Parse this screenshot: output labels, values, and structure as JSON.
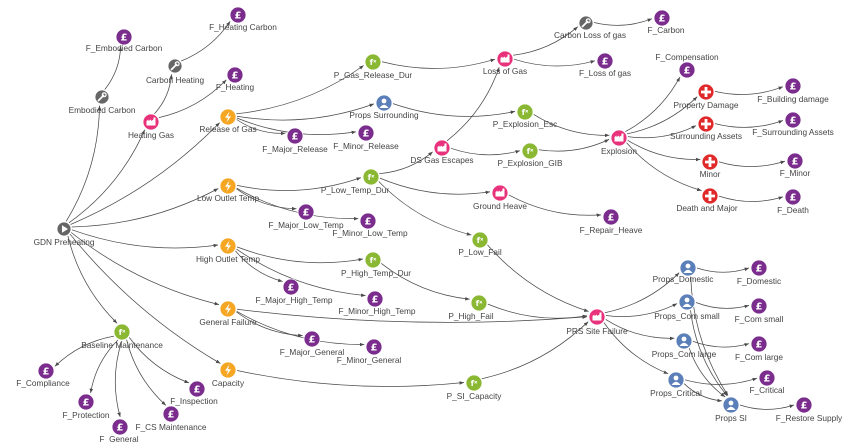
{
  "diagram": {
    "colors": {
      "pound": "#7b2d8e",
      "function": "#8ab833",
      "event": "#f5a623",
      "gas": "#e8327b",
      "damage": "#e02a2a",
      "person": "#5b7fb8",
      "root": "#666666"
    },
    "icons": {
      "pound": "pound-icon",
      "function": "function-icon",
      "event": "lightning-icon",
      "gas": "factory-icon",
      "damage": "plus-icon",
      "person": "person-icon",
      "root": "play-icon",
      "carbon": "wrench-icon"
    },
    "nodes": [
      {
        "id": "gdn",
        "type": "root",
        "label": "GDN Preheating"
      },
      {
        "id": "embodied",
        "type": "carbon",
        "label": "Embodied Carbon"
      },
      {
        "id": "f_embodied",
        "type": "pound",
        "label": "F_Embodied Carbon"
      },
      {
        "id": "carbon_heating",
        "type": "carbon",
        "label": "Carbon Heating"
      },
      {
        "id": "f_heating_carbon",
        "type": "pound",
        "label": "F_Heating Carbon"
      },
      {
        "id": "f_heating",
        "type": "pound",
        "label": "F_Heating"
      },
      {
        "id": "heating_gas",
        "type": "gas",
        "label": "Heating Gas"
      },
      {
        "id": "release_gas",
        "type": "event",
        "label": "Release of Gas"
      },
      {
        "id": "p_gas_release",
        "type": "function",
        "label": "P_Gas_Release_Dur"
      },
      {
        "id": "props_surrounding",
        "type": "person",
        "label": "Props Surrounding"
      },
      {
        "id": "f_major_release",
        "type": "pound",
        "label": "F_Major_Release"
      },
      {
        "id": "f_minor_release",
        "type": "pound",
        "label": "F_Minor_Release"
      },
      {
        "id": "loss_gas",
        "type": "gas",
        "label": "Loss of Gas"
      },
      {
        "id": "carbon_loss",
        "type": "carbon",
        "label": "Carbon Loss of gas"
      },
      {
        "id": "f_carbon",
        "type": "pound",
        "label": "F_Carbon"
      },
      {
        "id": "f_loss_gas",
        "type": "pound",
        "label": "F_Loss of gas"
      },
      {
        "id": "p_explosion_esc",
        "type": "function",
        "label": "P_Explosion_Esc"
      },
      {
        "id": "ds_gas",
        "type": "gas",
        "label": "DS Gas Escapes"
      },
      {
        "id": "p_explosion_gib",
        "type": "function",
        "label": "P_Explosion_GIB"
      },
      {
        "id": "explosion",
        "type": "gas",
        "label": "Explosion"
      },
      {
        "id": "f_compensation",
        "type": "pound",
        "label": "F_Compensation"
      },
      {
        "id": "property_damage",
        "type": "damage",
        "label": "Property Damage"
      },
      {
        "id": "f_building",
        "type": "pound",
        "label": "F_Building damage"
      },
      {
        "id": "surrounding_assets",
        "type": "damage",
        "label": "Surrounding Assets"
      },
      {
        "id": "f_surrounding_assets",
        "type": "pound",
        "label": "F_Surrounding Assets"
      },
      {
        "id": "minor",
        "type": "damage",
        "label": "Minor"
      },
      {
        "id": "f_minor",
        "type": "pound",
        "label": "F_Minor"
      },
      {
        "id": "death_major",
        "type": "damage",
        "label": "Death and Major"
      },
      {
        "id": "f_death",
        "type": "pound",
        "label": "F_Death"
      },
      {
        "id": "low_outlet",
        "type": "event",
        "label": "Low Outlet Temp"
      },
      {
        "id": "p_low_temp",
        "type": "function",
        "label": "P_Low_Temp_Dur"
      },
      {
        "id": "f_major_low",
        "type": "pound",
        "label": "F_Major_Low_Temp"
      },
      {
        "id": "f_minor_low",
        "type": "pound",
        "label": "F_Minor_Low_Temp"
      },
      {
        "id": "ground_heave",
        "type": "gas",
        "label": "Ground Heave"
      },
      {
        "id": "f_repair_heave",
        "type": "pound",
        "label": "F_Repair_Heave"
      },
      {
        "id": "p_low_fail",
        "type": "function",
        "label": "P_Low_Fail"
      },
      {
        "id": "high_outlet",
        "type": "event",
        "label": "High Outlet Temp"
      },
      {
        "id": "p_high_temp",
        "type": "function",
        "label": "P_High_Temp_Dur"
      },
      {
        "id": "f_major_high",
        "type": "pound",
        "label": "F_Major_High_Temp"
      },
      {
        "id": "f_minor_high",
        "type": "pound",
        "label": "F_Minor_High_Temp"
      },
      {
        "id": "p_high_fail",
        "type": "function",
        "label": "P_High_Fail"
      },
      {
        "id": "general_failure",
        "type": "event",
        "label": "General Failure"
      },
      {
        "id": "f_major_general",
        "type": "pound",
        "label": "F_Major_General"
      },
      {
        "id": "f_minor_general",
        "type": "pound",
        "label": "F_Minor_General"
      },
      {
        "id": "capacity",
        "type": "event",
        "label": "Capacity"
      },
      {
        "id": "p_si_capacity",
        "type": "function",
        "label": "P_SI_Capacity"
      },
      {
        "id": "prs_failure",
        "type": "gas",
        "label": "PRS Site Failure"
      },
      {
        "id": "props_domestic",
        "type": "person",
        "label": "Props_Domestic"
      },
      {
        "id": "f_domestic",
        "type": "pound",
        "label": "F_Domestic"
      },
      {
        "id": "props_com_small",
        "type": "person",
        "label": "Props_Com small"
      },
      {
        "id": "f_com_small",
        "type": "pound",
        "label": "F_Com small"
      },
      {
        "id": "props_com_large",
        "type": "person",
        "label": "Props_Com large"
      },
      {
        "id": "f_com_large",
        "type": "pound",
        "label": "F_Com large"
      },
      {
        "id": "props_critical",
        "type": "person",
        "label": "Props_Critical"
      },
      {
        "id": "f_critical",
        "type": "pound",
        "label": "F_Critical"
      },
      {
        "id": "props_si",
        "type": "person",
        "label": "Props SI"
      },
      {
        "id": "f_restore",
        "type": "pound",
        "label": "F_Restore Supply"
      },
      {
        "id": "baseline",
        "type": "function",
        "label": "Baseline Maintenance"
      },
      {
        "id": "f_compliance",
        "type": "pound",
        "label": "F_Compliance"
      },
      {
        "id": "f_protection",
        "type": "pound",
        "label": "F_Protection"
      },
      {
        "id": "f_general",
        "type": "pound",
        "label": "F_General"
      },
      {
        "id": "f_cs_maint",
        "type": "pound",
        "label": "F_CS Maintenance"
      },
      {
        "id": "f_inspection",
        "type": "pound",
        "label": "F_Inspection"
      }
    ],
    "edges": [
      [
        "gdn",
        "embodied"
      ],
      [
        "gdn",
        "heating_gas"
      ],
      [
        "gdn",
        "release_gas"
      ],
      [
        "gdn",
        "low_outlet"
      ],
      [
        "gdn",
        "high_outlet"
      ],
      [
        "gdn",
        "general_failure"
      ],
      [
        "gdn",
        "capacity"
      ],
      [
        "gdn",
        "baseline"
      ],
      [
        "embodied",
        "f_embodied"
      ],
      [
        "heating_gas",
        "carbon_heating"
      ],
      [
        "heating_gas",
        "f_heating"
      ],
      [
        "carbon_heating",
        "f_heating_carbon"
      ],
      [
        "release_gas",
        "p_gas_release"
      ],
      [
        "release_gas",
        "props_surrounding"
      ],
      [
        "release_gas",
        "f_major_release"
      ],
      [
        "release_gas",
        "f_minor_release"
      ],
      [
        "p_gas_release",
        "loss_gas"
      ],
      [
        "loss_gas",
        "carbon_loss"
      ],
      [
        "loss_gas",
        "f_loss_gas"
      ],
      [
        "carbon_loss",
        "f_carbon"
      ],
      [
        "props_surrounding",
        "p_explosion_esc"
      ],
      [
        "p_explosion_esc",
        "explosion"
      ],
      [
        "ds_gas",
        "loss_gas"
      ],
      [
        "ds_gas",
        "p_explosion_gib"
      ],
      [
        "p_explosion_gib",
        "explosion"
      ],
      [
        "explosion",
        "f_compensation"
      ],
      [
        "explosion",
        "property_damage"
      ],
      [
        "explosion",
        "surrounding_assets"
      ],
      [
        "explosion",
        "minor"
      ],
      [
        "explosion",
        "death_major"
      ],
      [
        "property_damage",
        "f_building"
      ],
      [
        "surrounding_assets",
        "f_surrounding_assets"
      ],
      [
        "minor",
        "f_minor"
      ],
      [
        "death_major",
        "f_death"
      ],
      [
        "low_outlet",
        "p_low_temp"
      ],
      [
        "low_outlet",
        "f_major_low"
      ],
      [
        "low_outlet",
        "f_minor_low"
      ],
      [
        "p_low_temp",
        "ds_gas"
      ],
      [
        "p_low_temp",
        "ground_heave"
      ],
      [
        "p_low_temp",
        "p_low_fail"
      ],
      [
        "ground_heave",
        "f_repair_heave"
      ],
      [
        "p_low_fail",
        "prs_failure"
      ],
      [
        "high_outlet",
        "p_high_temp"
      ],
      [
        "high_outlet",
        "f_major_high"
      ],
      [
        "high_outlet",
        "f_minor_high"
      ],
      [
        "p_high_temp",
        "p_high_fail"
      ],
      [
        "p_high_fail",
        "prs_failure"
      ],
      [
        "general_failure",
        "f_major_general"
      ],
      [
        "general_failure",
        "f_minor_general"
      ],
      [
        "general_failure",
        "prs_failure"
      ],
      [
        "capacity",
        "p_si_capacity"
      ],
      [
        "p_si_capacity",
        "prs_failure"
      ],
      [
        "prs_failure",
        "props_domestic"
      ],
      [
        "prs_failure",
        "props_com_small"
      ],
      [
        "prs_failure",
        "props_com_large"
      ],
      [
        "prs_failure",
        "props_critical"
      ],
      [
        "props_domestic",
        "f_domestic"
      ],
      [
        "props_domestic",
        "props_si"
      ],
      [
        "props_com_small",
        "f_com_small"
      ],
      [
        "props_com_small",
        "props_si"
      ],
      [
        "props_com_large",
        "f_com_large"
      ],
      [
        "props_com_large",
        "props_si"
      ],
      [
        "props_critical",
        "f_critical"
      ],
      [
        "props_critical",
        "props_si"
      ],
      [
        "props_si",
        "f_restore"
      ],
      [
        "baseline",
        "f_compliance"
      ],
      [
        "baseline",
        "f_protection"
      ],
      [
        "baseline",
        "f_general"
      ],
      [
        "baseline",
        "f_cs_maint"
      ],
      [
        "baseline",
        "f_inspection"
      ]
    ]
  }
}
